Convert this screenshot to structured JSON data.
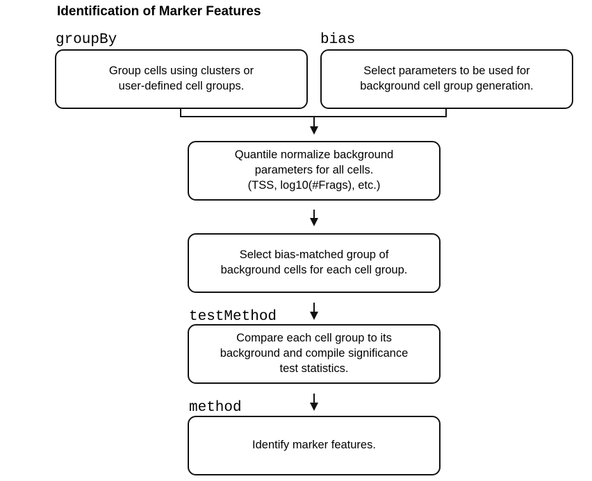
{
  "title": "Identification of Marker Features",
  "params": {
    "group_by": "groupBy",
    "bias": "bias",
    "test_method": "testMethod",
    "method": "method"
  },
  "boxes": {
    "group_cells": [
      "Group cells using clusters or",
      "user-defined cell groups."
    ],
    "select_params": [
      "Select parameters to be used for",
      "background cell group generation."
    ],
    "quantile_normalize": [
      "Quantile normalize background",
      "parameters for all cells.",
      "(TSS, log10(#Frags), etc.)"
    ],
    "select_bias": [
      "Select bias-matched group of",
      "background cells for each cell group."
    ],
    "compare": [
      "Compare each cell group to its",
      "background and compile significance",
      "test statistics."
    ],
    "identify": [
      "Identify marker features."
    ]
  }
}
